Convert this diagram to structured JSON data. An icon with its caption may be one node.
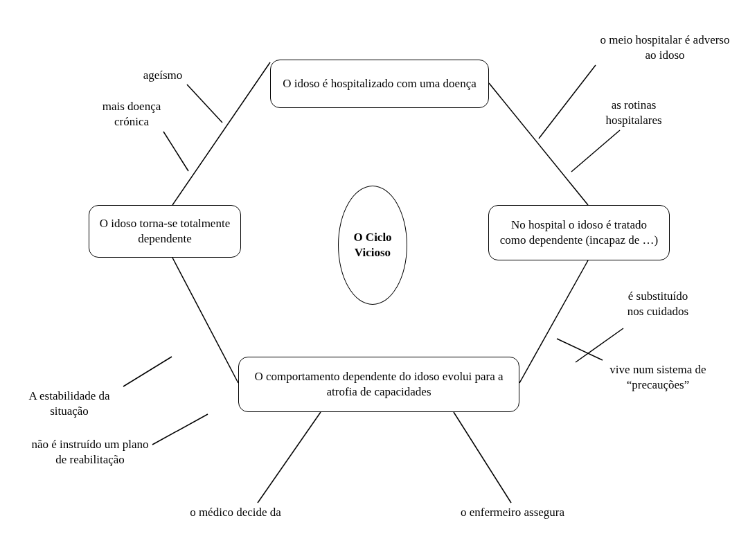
{
  "diagram": {
    "nodes": [
      {
        "text": [
          "O idoso é hospitalizado com uma doença"
        ]
      },
      {
        "text": [
          "No hospital o idoso é tratado como dependente (incapaz de …)"
        ]
      },
      {
        "text": [
          "O comportamento dependente do idoso evolui para a atrofia de capacidades"
        ]
      },
      {
        "text": [
          "O idoso torna-se totalmente dependente"
        ]
      },
      {
        "text": [
          "O Ciclo Vicioso"
        ]
      },
      {
        "text": [
          "ageísmo"
        ]
      },
      {
        "text": [
          "mais doença crónica"
        ]
      },
      {
        "text": [
          "o meio hospitalar é adverso ao idoso"
        ]
      },
      {
        "text": [
          "as rotinas hospitalares"
        ]
      },
      {
        "text": [
          "é substituído nos cuidados"
        ]
      },
      {
        "text": [
          "vive num sistema de “precauções”"
        ]
      },
      {
        "text": [
          "A estabilidade da situação"
        ]
      },
      {
        "text": [
          "não é instruído um plano de reabilitação"
        ]
      },
      {
        "text": [
          "o médico decide da"
        ]
      },
      {
        "text": [
          "o enfermeiro assegura"
        ]
      }
    ],
    "edges": [
      {
        "from": 0,
        "to": 1,
        "arrow": "none"
      },
      {
        "from": 1,
        "to": 2,
        "arrow": "none"
      },
      {
        "from": 2,
        "to": 3,
        "arrow": "none"
      },
      {
        "from": 3,
        "to": 0,
        "arrow": "none"
      },
      {
        "from": 5,
        "to": null,
        "arrow": "none"
      },
      {
        "from": 6,
        "to": null,
        "arrow": "none"
      },
      {
        "from": 7,
        "to": null,
        "arrow": "none"
      },
      {
        "from": 8,
        "to": null,
        "arrow": "none"
      },
      {
        "from": 9,
        "to": null,
        "arrow": "none"
      },
      {
        "from": 10,
        "to": null,
        "arrow": "none"
      },
      {
        "from": 11,
        "to": null,
        "arrow": "none"
      },
      {
        "from": 12,
        "to": null,
        "arrow": "none"
      },
      {
        "from": 13,
        "to": 2,
        "arrow": "none"
      },
      {
        "from": 14,
        "to": 2,
        "arrow": "none"
      }
    ]
  }
}
